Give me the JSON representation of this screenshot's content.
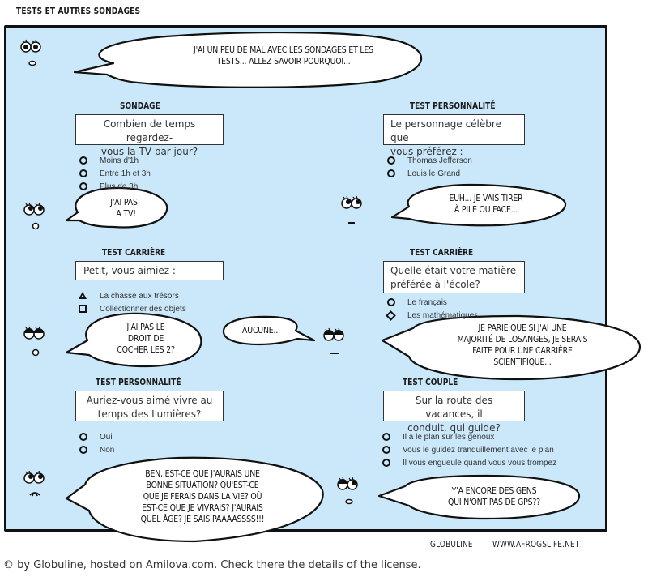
{
  "comic": {
    "title": "TESTS ET AUTRES SONDAGES",
    "panel_color": "#cbe8fb",
    "intro_bubble": "J'AI UN PEU DE MAL AVEC LES SONDAGES ET LES\nTESTS...  ALLEZ SAVOIR POURQUOI...",
    "sections": [
      {
        "title": "SONDAGE",
        "question": "Combien de temps regardez-\nvous la TV par jour?",
        "options": [
          {
            "marker": "circle",
            "label": "Moins d'1h"
          },
          {
            "marker": "circle",
            "label": "Entre 1h et 3h"
          },
          {
            "marker": "circle",
            "label": "Plus de 3h"
          }
        ],
        "reply": "J'AI PAS\nLA TV!"
      },
      {
        "title": "TEST PERSONNALITÉ",
        "question": "Le personnage célèbre que\nvous préférez :",
        "options": [
          {
            "marker": "circle",
            "label": "Thomas Jefferson"
          },
          {
            "marker": "circle",
            "label": "Louis le Grand"
          }
        ],
        "reply": "EUH... JE VAIS TIRER\nÀ PILE OU FACE..."
      },
      {
        "title": "TEST CARRIÈRE",
        "question": "Petit, vous aimiez :",
        "options": [
          {
            "marker": "triangle",
            "label": "La chasse aux trésors"
          },
          {
            "marker": "square",
            "label": "Collectionner des objets"
          }
        ],
        "reply": "J'AI PAS LE\nDROIT DE\nCOCHER LES 2?"
      },
      {
        "title": "TEST CARRIÈRE",
        "question": "Quelle était votre matière\npréférée à l'école?",
        "options": [
          {
            "marker": "circle",
            "label": "Le français"
          },
          {
            "marker": "diamond",
            "label": "Les mathématiques"
          }
        ],
        "reply_short": "AUCUNE...",
        "reply": "JE PARIE QUE SI J'AI UNE\nMAJORITÉ DE LOSANGES, JE SERAIS\nFAITE POUR UNE CARRIÈRE\nSCIENTIFIQUE..."
      },
      {
        "title": "TEST PERSONNALITÉ",
        "question": "Auriez-vous aimé vivre au\ntemps des Lumières?",
        "options": [
          {
            "marker": "circle",
            "label": "Oui"
          },
          {
            "marker": "circle",
            "label": "Non"
          }
        ],
        "reply": "BEN, EST-CE QUE J'AURAIS UNE\nBONNE SITUATION? QU'EST-CE\nQUE JE FERAIS DANS LA VIE? OÙ\nEST-CE QUE JE VIVRAIS? J'AURAIS\nQUEL ÂGE? JE SAIS PAAAASSSS!!!"
      },
      {
        "title": "TEST COUPLE",
        "question": "Sur la route des vacances, il\nconduit, qui guide?",
        "options": [
          {
            "marker": "circle",
            "label": "Il a le plan sur les genoux"
          },
          {
            "marker": "circle",
            "label": "Vous le guidez tranquillement avec le plan"
          },
          {
            "marker": "circle",
            "label": "Il vous engueule quand vous vous trompez"
          }
        ],
        "reply": "Y'A ENCORE DES GENS\nQUI N'ONT PAS DE GPS??"
      }
    ],
    "signature": "GLOBULINE   WWW.AFROGSLIFE.NET"
  },
  "license": "© by Globuline, hosted on Amilova.com. Check there the details of the license."
}
